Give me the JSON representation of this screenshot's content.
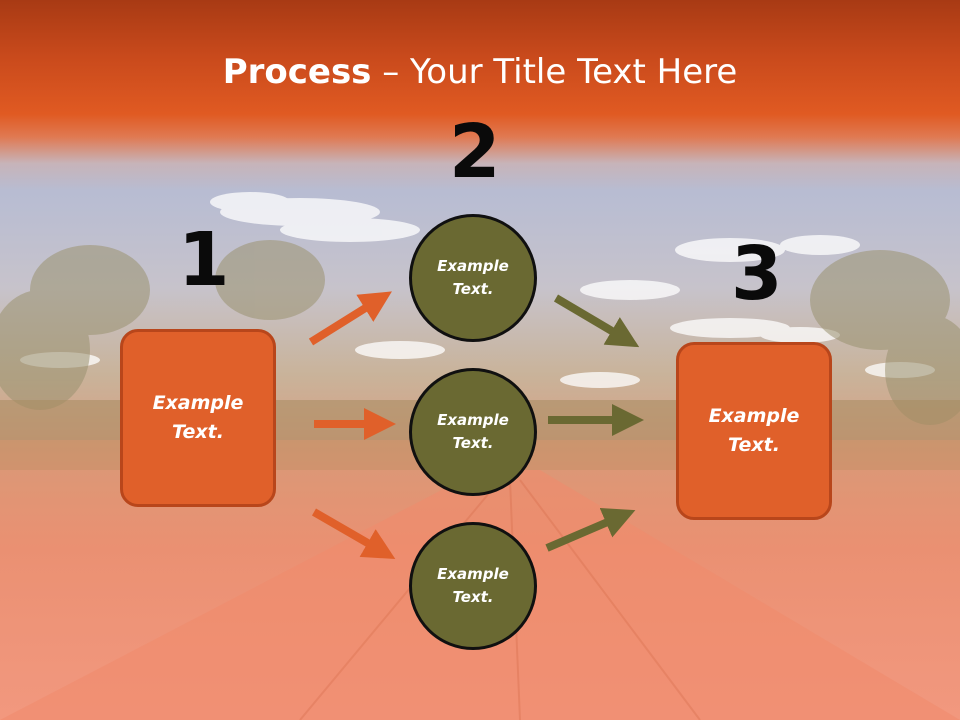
{
  "title": {
    "bold": "Process",
    "rest": " – Your Title Text Here"
  },
  "steps": {
    "one": "1",
    "two": "2",
    "three": "3"
  },
  "nodes": {
    "left": "Example\nText.",
    "right": "Example\nText.",
    "top": "Example\nText.",
    "middle": "Example\nText.",
    "bottom": "Example\nText."
  },
  "colors": {
    "box": "#e0602a",
    "circle": "#6a6932",
    "orange_arrow": "#e0602a",
    "olive_arrow": "#6a6932",
    "header": "#d9531e"
  }
}
